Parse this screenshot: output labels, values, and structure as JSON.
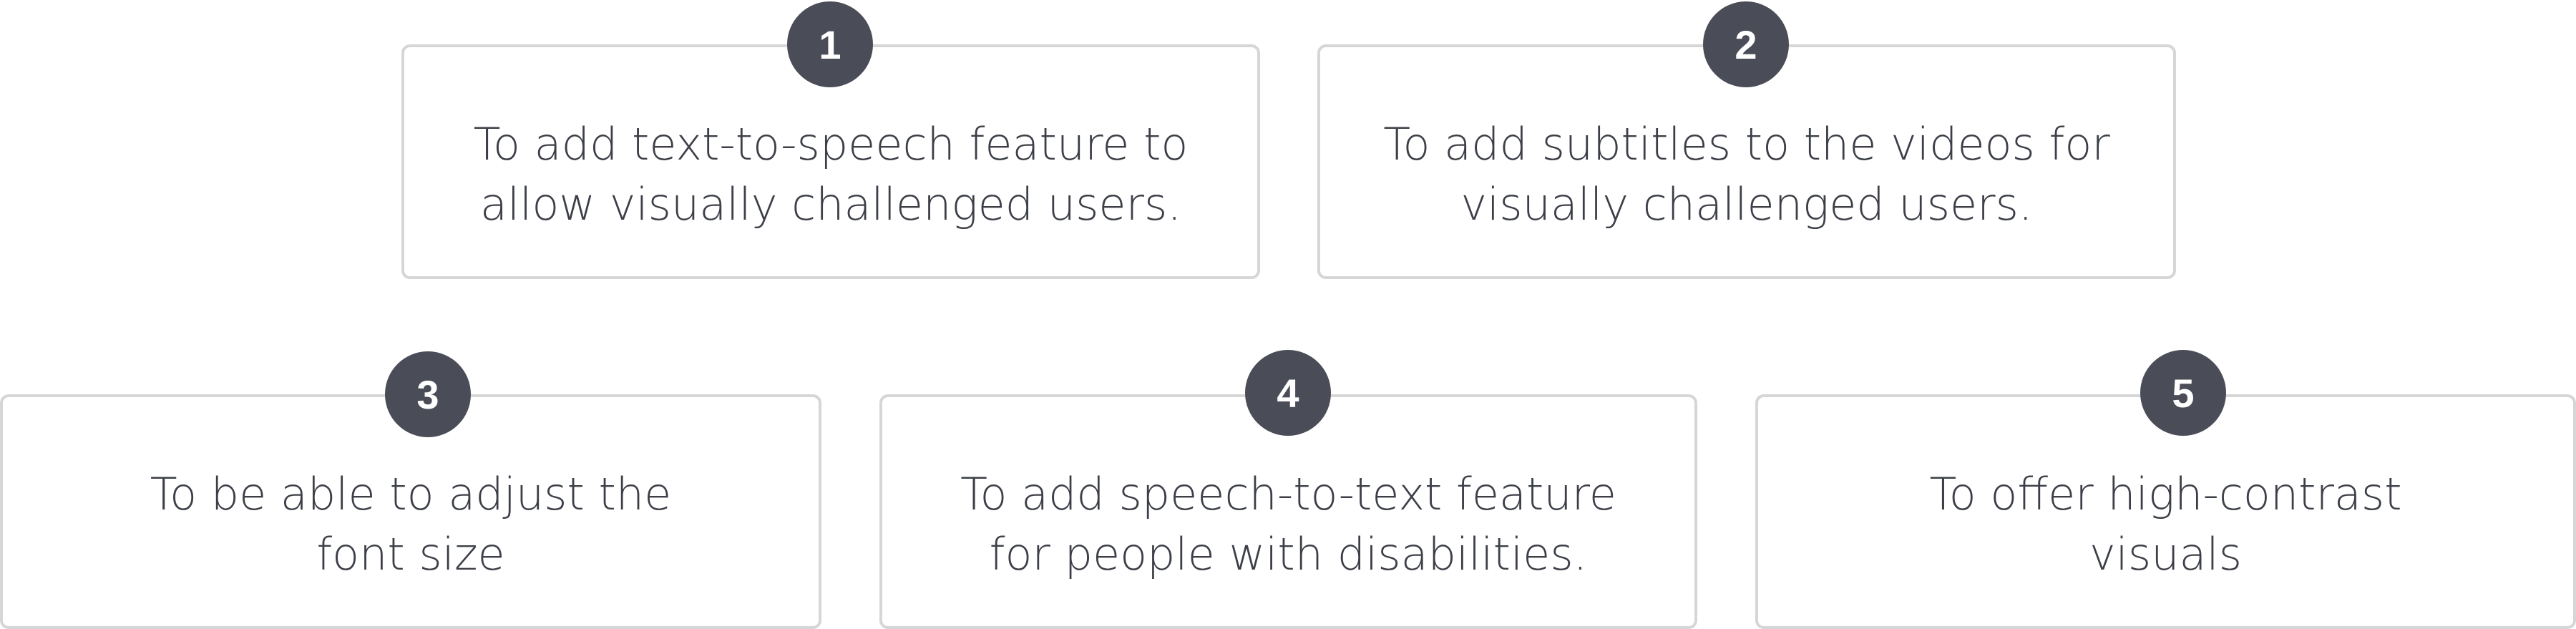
{
  "items": [
    {
      "number": "1",
      "text": "To add text-to-speech feature to\nallow visually challenged users."
    },
    {
      "number": "2",
      "text": "To add subtitles to the videos for\nvisually challenged users."
    },
    {
      "number": "3",
      "text": "To be able to adjust the\nfont size"
    },
    {
      "number": "4",
      "text": "To add speech-to-text feature\nfor people with disabilities."
    },
    {
      "number": "5",
      "text": "To offer high-contrast\nvisuals"
    }
  ],
  "colors": {
    "badge_background": "#4a4c57",
    "badge_text": "#ffffff",
    "card_border": "#d6d6d6",
    "card_text": "#3c3f47"
  }
}
